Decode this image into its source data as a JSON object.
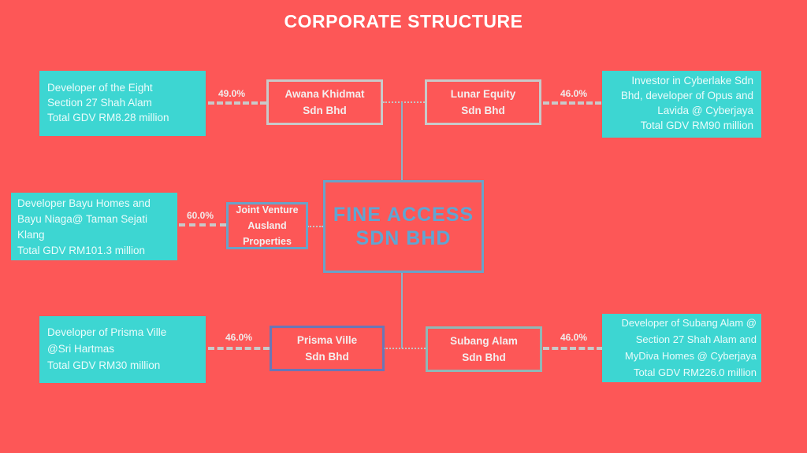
{
  "title": "CORPORATE STRUCTURE",
  "center": {
    "line1": "FINE ACCESS",
    "line2": "SDN BHD"
  },
  "subsidiaries": {
    "awana": {
      "line1": "Awana Khidmat",
      "line2": "Sdn Bhd",
      "pct": "49.0%",
      "desc": [
        "Developer of the Eight",
        "Section 27 Shah Alam",
        "Total GDV RM8.28 million"
      ]
    },
    "lunar": {
      "line1": "Lunar Equity",
      "line2": "Sdn Bhd",
      "pct": "46.0%",
      "desc": [
        "Investor in Cyberlake Sdn",
        "Bhd, developer of Opus and",
        "Lavida @ Cyberjaya",
        "Total GDV RM90 million"
      ]
    },
    "jv": {
      "line1": "Joint Venture",
      "line2": "Ausland",
      "line3": "Properties",
      "pct": "60.0%",
      "desc": [
        "Developer Bayu Homes and",
        "Bayu Niaga@ Taman Sejati",
        "Klang",
        "Total GDV RM101.3 million"
      ]
    },
    "prisma": {
      "line1": "Prisma Ville",
      "line2": "Sdn Bhd",
      "pct": "46.0%",
      "desc": [
        "Developer of Prisma Ville",
        "@Sri Hartmas",
        "Total GDV RM30 million"
      ]
    },
    "subang": {
      "line1": "Subang Alam",
      "line2": "Sdn Bhd",
      "pct": "46.0%",
      "desc": [
        "Developer of Subang Alam @",
        "Section 27 Shah Alam and",
        "MyDiva Homes @ Cyberjaya",
        "Total GDV RM226.0 million"
      ]
    }
  },
  "colors": {
    "background": "#fd5757",
    "teal": "#3dd6d2",
    "blue": "#6aa3c8",
    "grey": "#c9c9c9"
  }
}
